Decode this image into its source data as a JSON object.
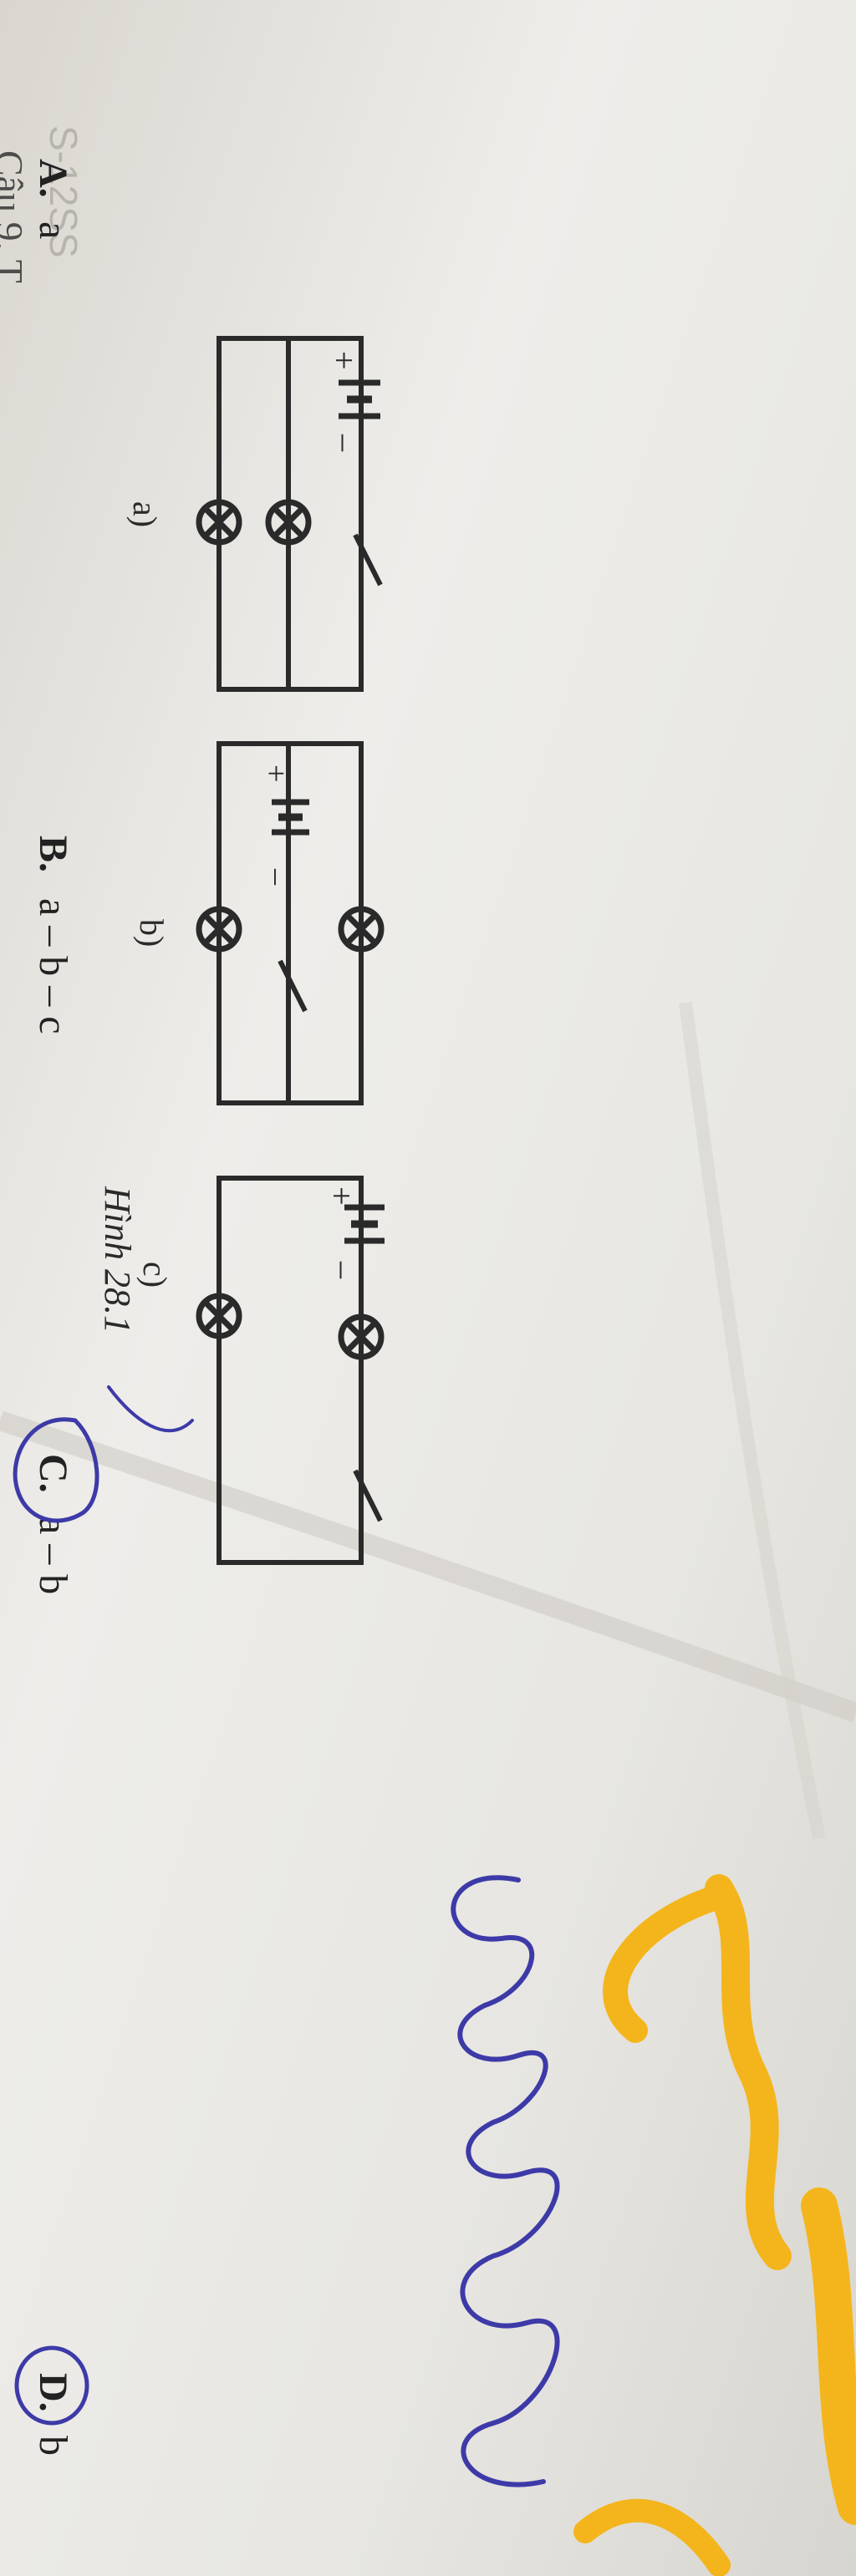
{
  "header_fragment": "S-12SS",
  "figure": {
    "caption": "Hình 28.1",
    "labels": {
      "a": "a)",
      "b": "b)",
      "c": "c)"
    },
    "plus": "+",
    "minus": "–"
  },
  "question_fragment": "Câu 9. T",
  "answers": {
    "A": {
      "letter": "A.",
      "text": "a"
    },
    "B": {
      "letter": "B.",
      "text": "a – b – c"
    },
    "C": {
      "letter": "C.",
      "text": "a – b",
      "circled": true
    },
    "D": {
      "letter": "D.",
      "text": "b",
      "circled": true
    }
  },
  "handwriting": {
    "ink_color": "#3d3aa8",
    "highlighter_color": "#f4b51c"
  },
  "colors": {
    "paper": "#ecebe6",
    "print": "#2a2a2a"
  }
}
